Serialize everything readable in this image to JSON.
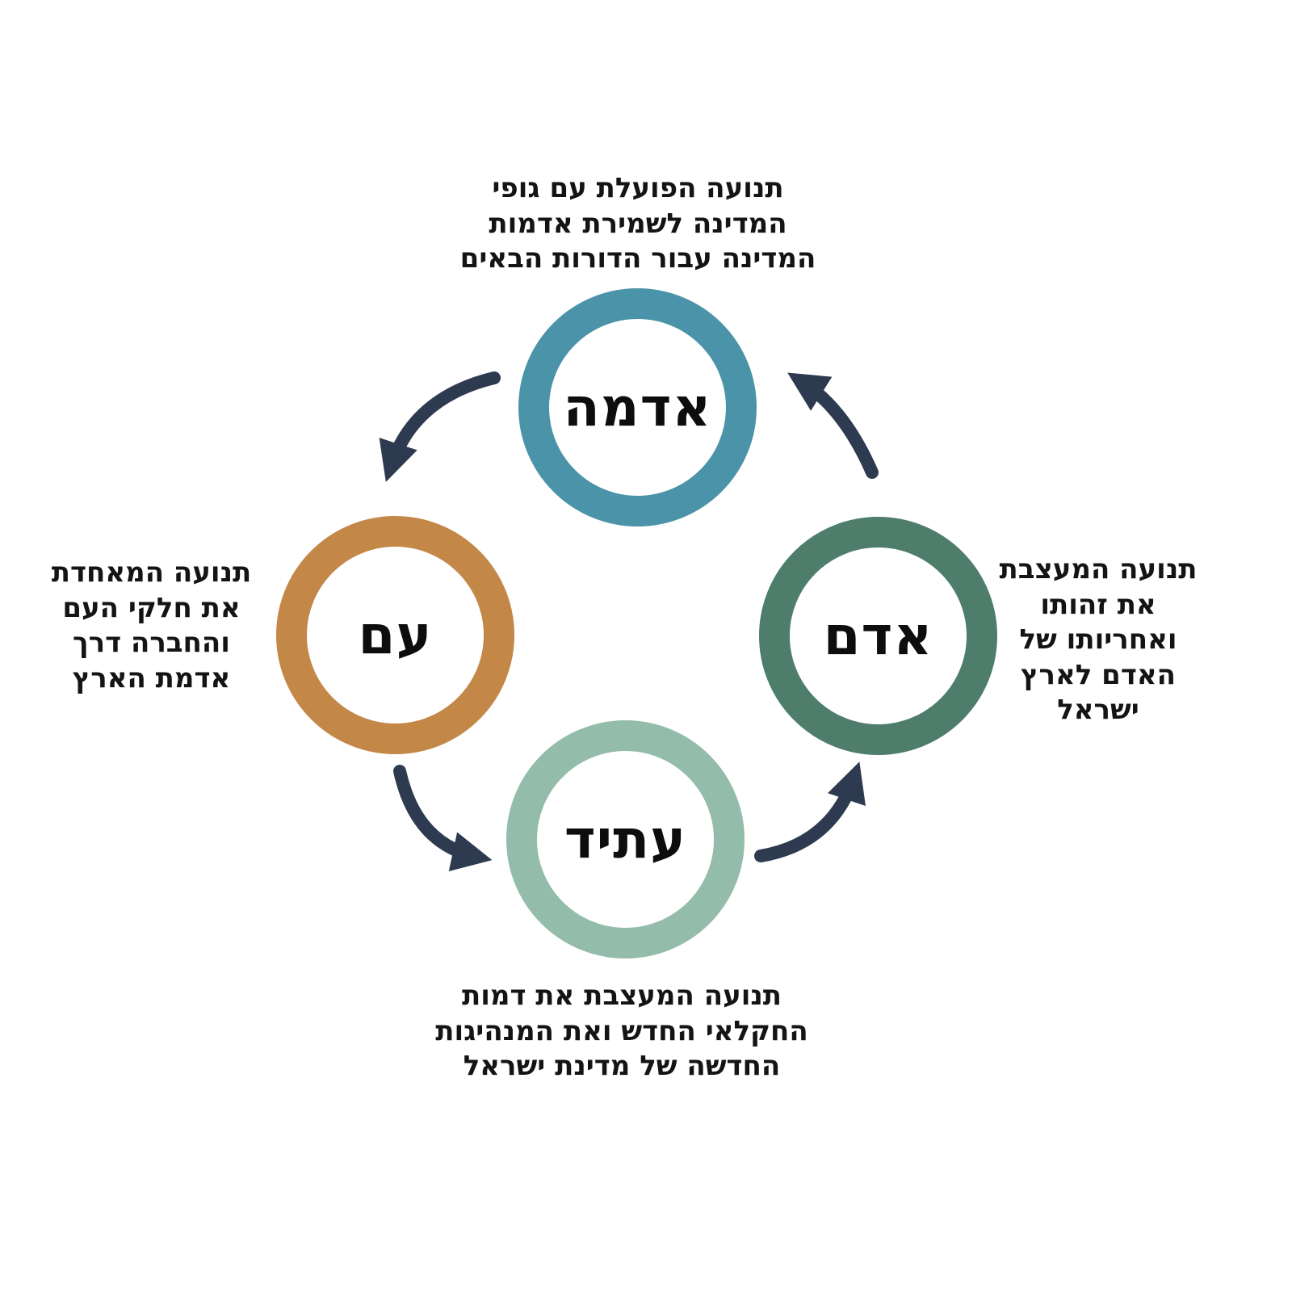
{
  "diagram": {
    "background": "#ffffff",
    "arrow_color": "#2d3a4f",
    "label_color": "#0d0d0d",
    "text_color": "#141414",
    "direction": "counter-clockwise",
    "nodes": [
      {
        "id": "adama",
        "position": "top",
        "label": "אדמה",
        "ring_color": "#4b93a8",
        "description": "תנועה הפועלת עם גופי\nהמדינה לשמירת אדמות\nהמדינה עבור הדורות הבאים"
      },
      {
        "id": "adam",
        "position": "right",
        "label": "אדם",
        "ring_color": "#4e7d6b",
        "description": "תנועה המעצבת\nאת זהותו\nואחריותו של\nהאדם לארץ\nישראל"
      },
      {
        "id": "atid",
        "position": "bottom",
        "label": "עתיד",
        "ring_color": "#94bcab",
        "description": "תנועה המעצבת את דמות\nהחקלאי החדש ואת המנהיגות\nהחדשה של מדינת ישראל"
      },
      {
        "id": "am",
        "position": "left",
        "label": "עם",
        "ring_color": "#c38748",
        "description": "תנועה המאחדת\nאת חלקי העם\nוהחברה דרך\nאדמת הארץ"
      }
    ]
  }
}
